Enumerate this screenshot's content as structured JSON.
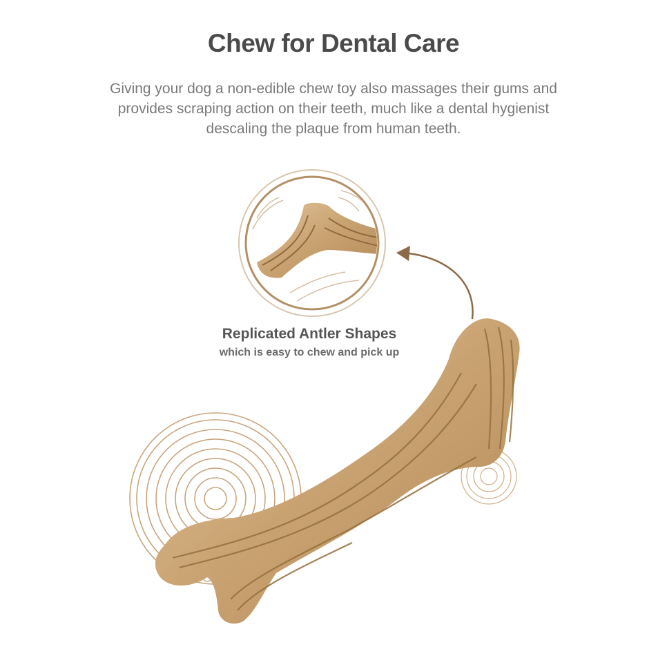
{
  "heading": "Chew for Dental Care",
  "description": "Giving your dog a non-edible chew toy also massages their gums and provides scraping action on their teeth, much like a dental hygienist descaling the plaque from human teeth.",
  "callout": {
    "title": "Replicated Antler Shapes",
    "subtitle": "which is easy to chew and pick up"
  },
  "colors": {
    "heading": "#4a4a4a",
    "body_text": "#7a7a7a",
    "accent_brown": "#9c7a55",
    "wood_light": "#d7b98c",
    "wood_dark": "#8f6a3f"
  }
}
